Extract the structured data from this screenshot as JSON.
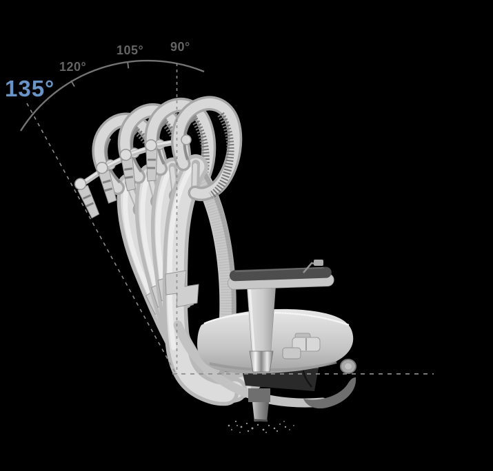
{
  "scene": {
    "description": "Side-view diagram of an ergonomic office chair showing four backrest recline positions",
    "background_color": "#000000"
  },
  "angles": {
    "a135": {
      "label": "135°",
      "highlighted": true
    },
    "a120": {
      "label": "120°",
      "highlighted": false
    },
    "a105": {
      "label": "105°",
      "highlighted": false
    },
    "a90": {
      "label": "90°",
      "highlighted": false
    }
  },
  "colors": {
    "accent": "#6994c8",
    "label": "#646464",
    "arc": "#747474",
    "dash": "#8c8c8c",
    "background": "#000000"
  },
  "diagram": {
    "type": "diagram",
    "subject": "office chair backrest recline",
    "recline_positions_deg": [
      90,
      105,
      120,
      135
    ],
    "highlighted_position_deg": 135
  }
}
